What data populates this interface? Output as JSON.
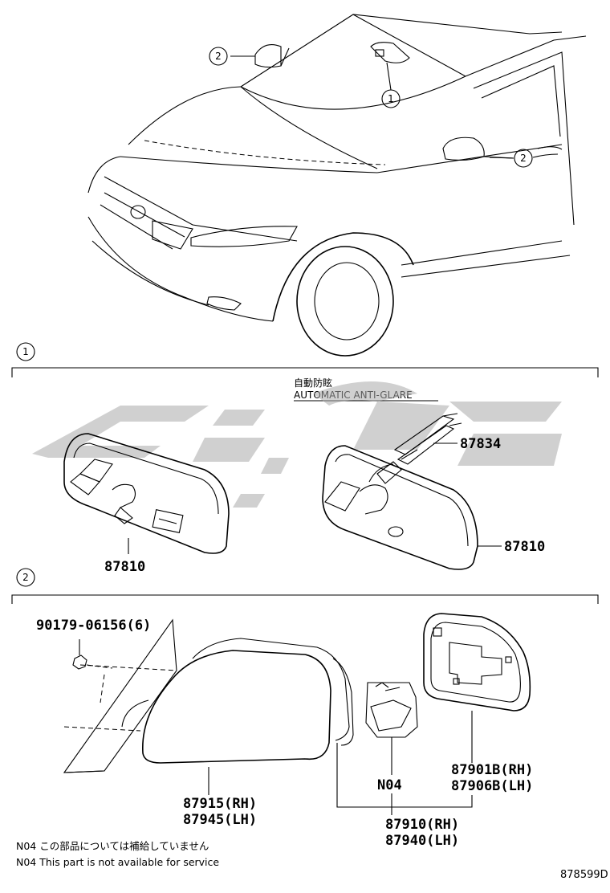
{
  "callouts": {
    "car_1": "1",
    "car_2_left": "2",
    "car_2_right": "2",
    "section_1": "1",
    "section_2": "2"
  },
  "section1": {
    "annotation_jp": "自動防眩",
    "annotation_en": "AUTOMATIC ANTI-GLARE",
    "part_bracket": "87834",
    "part_mirror_auto": "87810",
    "part_mirror_std": "87810"
  },
  "section2": {
    "bolt_part": "90179-06156(6)",
    "cover_rh": "87915(RH)",
    "cover_lh": "87945(LH)",
    "motor_note": "N04",
    "glass_rh": "87901B(RH)",
    "glass_lh": "87906B(LH)",
    "assembly_rh": "87910(RH)",
    "assembly_lh": "87940(LH)"
  },
  "notes": {
    "jp": "N04 この部品については補給していません",
    "en": "N04 This part is not available for service"
  },
  "diagram_code": "878599D"
}
